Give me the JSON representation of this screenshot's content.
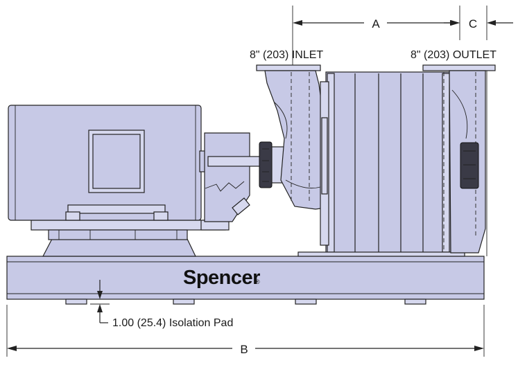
{
  "labels": {
    "inlet": "8\" (203) INLET",
    "outlet": "8\" (203) OUTLET",
    "dim_a": "A",
    "dim_b": "B",
    "dim_c": "C",
    "isolation_pad": "1.00 (25.4) Isolation Pad",
    "brand": "Spencer",
    "brand_mark": "®"
  },
  "colors": {
    "housing": "#c7c9e6",
    "outline": "#222222",
    "coupling": "#3a3a46"
  }
}
